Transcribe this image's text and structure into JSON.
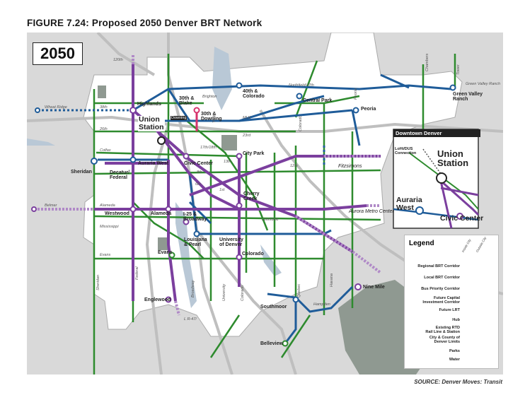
{
  "figure_title": "FIGURE 7.24: Proposed 2050 Denver BRT Network",
  "year_badge": "2050",
  "source": "SOURCE: Denver Moves: Transit",
  "colors": {
    "regional_brt": "#7b3f9e",
    "local_brt": "#1f5c99",
    "bus_priority": "#2e8b2e",
    "future_lrt": "#d6336c",
    "existing_rail": "#8c8c8c",
    "parks": "#7f8a80",
    "water": "#b9c8d6",
    "roads": "#c8c8c8"
  },
  "labels": {
    "highlands": "Highlands",
    "union_station": "Union\nStation",
    "th30_blake": "30th &\nBlake",
    "th30_downing": "30th &\nDowning",
    "th40_colorado": "40th &\nColorado",
    "central_park": "Central Park",
    "peoria": "Peoria",
    "green_valley": "Green Valley\nRanch",
    "auraria_west": "Auraria West",
    "civic_center": "Civic Center",
    "city_park": "City Park",
    "sheridan": "Sheridan",
    "decatur": "Decatur/\nFederal",
    "fitzsimons": "Fitzsimons",
    "cherry_creek": "Cherry\nCreek",
    "westwood": "Westwood",
    "alameda": "Alameda",
    "i25_broadway": "I-25 &\nBroadway",
    "louisiana_pearl": "Louisiana\n& Pearl",
    "university": "University\nof Denver",
    "colorado": "Colorado",
    "evans": "Evans",
    "englewood": "Englewood",
    "southmoor": "Southmoor",
    "belleview": "Belleview",
    "nine_mile": "Nine Mile",
    "aurora_metro": "Aurora Metro Center",
    "st_120th": "120th",
    "st_wheat_ridge": "Wheat Ridge",
    "st_38th": "38th",
    "st_26th": "26th",
    "st_colfax": "Colfax",
    "st_belmar": "Belmar",
    "st_alameda": "Alameda",
    "st_mississippi": "Mississippi",
    "st_evans": "Evans",
    "st_northfield": "Northfield/47th",
    "st_green_valley_rd": "Green Valley Ranch",
    "st_mlk": "MLK",
    "st_23rd": "23rd",
    "st_17th18th": "17th/18th",
    "st_13th": "13th",
    "st_12th": "12th",
    "st_8th": "8th",
    "st_6th": "6th",
    "st_1st": "1st",
    "st_lr47": "L R-47/",
    "st_hampden": "Hampden",
    "st_havana": "Havana",
    "st_leetsdale": "Leetsdale",
    "st_federal": "Federal",
    "st_sheridan_v": "Sheridan",
    "st_broadway": "Broadway",
    "st_colorado_v": "Colorado",
    "st_university_v": "University",
    "st_quebec": "Quebec",
    "st_chambers": "Chambers",
    "st_tower": "Tower",
    "st_peoria_v": "Peoria",
    "st_colorado_top": "Colorado",
    "st_york": "York",
    "st_brighton": "Brighton",
    "st_downing": "Downing"
  },
  "inset": {
    "title": "Downtown Denver",
    "lodo": "LoHi/DUS\nConnection",
    "union_station": "Union\nStation",
    "auraria_west": "Auraria\nWest",
    "civic_center": "Civic Center"
  },
  "legend": {
    "title": "Legend",
    "inside_city": "Inside City",
    "outside_city": "Outside City",
    "items": [
      "Regional BRT Corridor",
      "Local BRT Corridor",
      "Bus Priority Corridor",
      "Future Capital\nInvestment Corridor",
      "Future LRT",
      "Hub",
      "Existing RTD\nRail Line & Station",
      "City & County of\nDenver Limits",
      "Parks",
      "Water"
    ]
  }
}
